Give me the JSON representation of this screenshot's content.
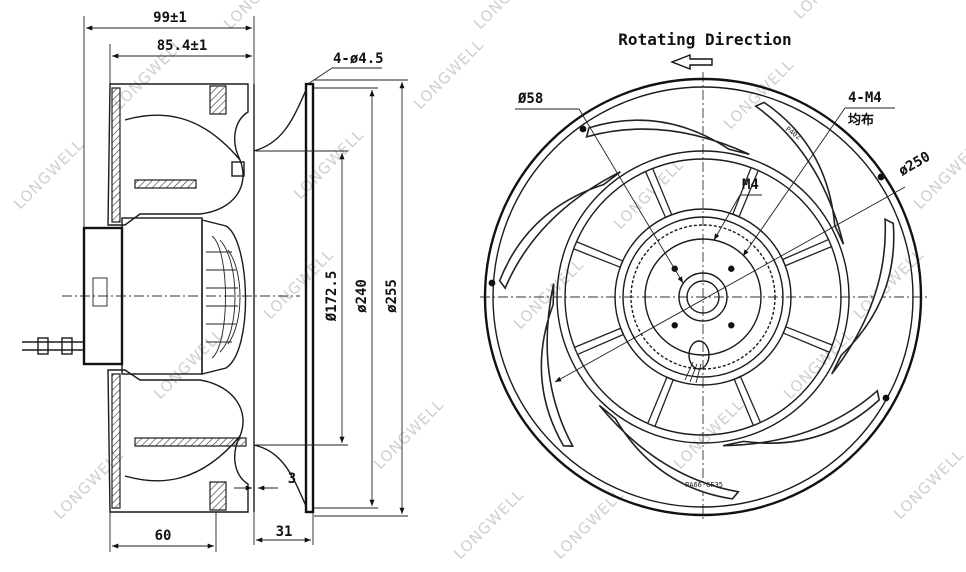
{
  "watermark": "LONGWELL",
  "side_view": {
    "overall_width": "99±1",
    "body_width": "85.4±1",
    "mount_holes": "4-ø4.5",
    "dia_inlet": "Ø172.5",
    "dia_flange": "ø240",
    "dia_outer": "ø255",
    "flange_gap": "3",
    "flange_depth": "31",
    "impeller_depth": "60"
  },
  "front_view": {
    "rotation_label": "Rotating Direction",
    "dia_hub": "Ø58",
    "thread": "M4",
    "thread_count": "4-M4",
    "thread_note": "均布",
    "dia_impeller": "ø250",
    "label_top": "P402",
    "label_bottom": "PA66-GF35"
  }
}
